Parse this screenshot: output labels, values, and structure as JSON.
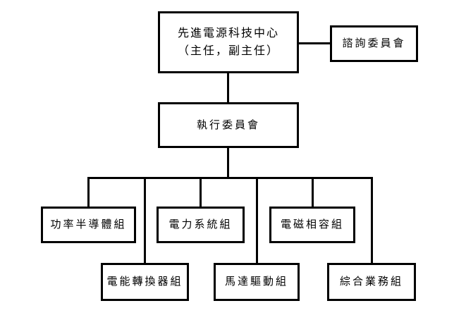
{
  "diagram": {
    "background_color": "#ffffff",
    "line_color": "#000000",
    "nodes": {
      "center": {
        "line1": "先進電源科技中心",
        "line2": "（主任，副主任）"
      },
      "advisory": {
        "label": "諮詢委員會"
      },
      "executive": {
        "label": "執行委員會"
      },
      "group1": {
        "label": "功率半導體組"
      },
      "group2": {
        "label": "電力系統組"
      },
      "group3": {
        "label": "電磁相容組"
      },
      "group4": {
        "label": "電能轉換器組"
      },
      "group5": {
        "label": "馬達驅動組"
      },
      "group6": {
        "label": "綜合業務組"
      }
    },
    "edges": [
      {
        "from": "center",
        "to": "advisory"
      },
      {
        "from": "center",
        "to": "executive"
      },
      {
        "from": "executive",
        "to": "group1"
      },
      {
        "from": "executive",
        "to": "group2"
      },
      {
        "from": "executive",
        "to": "group3"
      },
      {
        "from": "executive",
        "to": "group4"
      },
      {
        "from": "executive",
        "to": "group5"
      },
      {
        "from": "executive",
        "to": "group6"
      }
    ]
  }
}
